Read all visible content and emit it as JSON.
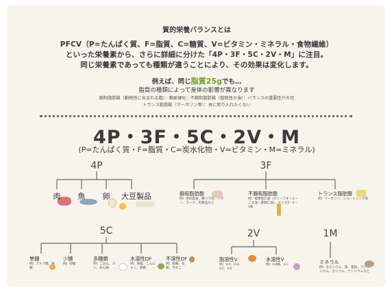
{
  "title": "質的栄養バランスとは",
  "intro": {
    "line1": "PFCV（P=たんぱく質、F=脂質、C=糖質、V=ビタミン・ミネラル・食物繊維）",
    "line2": "といった栄養素から、さらに詳細に分けた「4P・3F・5C・2V・M」に注目。",
    "line3": "同じ栄養素であっても種類が違うことにより、その効果は変化します。"
  },
  "example": {
    "prefix": "例えば、同じ",
    "highlight": "脂質25g",
    "suffix": "でも…",
    "line2": "脂質の種類によって身体の影響が異なります",
    "line3": "飽和脂肪酸（動物性に含まれる脂）：動脈硬化｜不飽和脂肪酸（植物性の油）：バランスの重要性が大切",
    "line4": "トランス脂肪酸（マーガリン等）：体に取り入れたくない"
  },
  "formula": {
    "title": "4P・3F・5C・2V・M",
    "subtitle": "(P=たんぱく質・F=脂質・C=炭水化物・V=ビタミン・M=ミネラル)"
  },
  "groups": {
    "p": {
      "head": "4P",
      "items": [
        "肉",
        "魚",
        "卵",
        "大豆製品"
      ]
    },
    "f": {
      "head": "3F",
      "items": [
        {
          "label": "飽和脂肪酸",
          "desc": "例）肉の脂身、豚バラ肉、バター、ラード、乳製品など"
        },
        {
          "label": "不飽和脂肪酸",
          "desc": "例）植物性の油（オリーブオイル・ごま油・亜麻仁油）、オメガ3・6・9系"
        },
        {
          "label": "トランス脂肪酸",
          "desc": "例）マーガリン、ショートニング等"
        }
      ]
    },
    "c": {
      "head": "5C",
      "items": [
        {
          "label": "単糖",
          "desc": "例）ブドウ糖、果糖"
        },
        {
          "label": "少糖",
          "desc": "例）砂糖"
        },
        {
          "label": "多糖類",
          "desc": "例）ごはん、パン、めん類"
        },
        {
          "label": "水溶性DF",
          "desc": "例）海藻、こんにゃく、果物"
        },
        {
          "label": "不溶性DF",
          "desc": "例）穀類、豆類、きのこ"
        }
      ]
    },
    "v": {
      "head": "2V",
      "items": [
        {
          "label": "脂溶性V",
          "desc": "例）V.A、V.D、V.E、V.K"
        },
        {
          "label": "水溶性V",
          "desc": "例）V.B群、V.C"
        }
      ]
    },
    "m": {
      "head": "1M",
      "items": [
        {
          "label": "ミネラル",
          "desc": "例）カルシウム、鉄、亜鉛、マグネシウム、カリウム、ナトリウムなど"
        }
      ]
    }
  },
  "colors": {
    "background": "#f7f4ec",
    "accent_green": "#6a9f2a",
    "line": "#666666"
  }
}
